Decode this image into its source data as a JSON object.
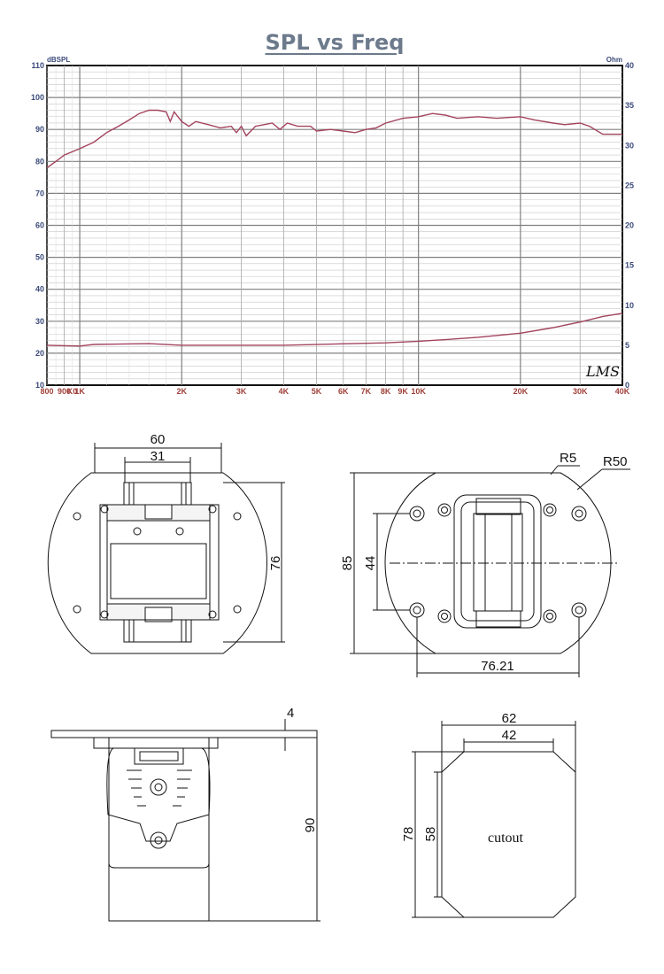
{
  "chart_data": {
    "type": "line",
    "title": "SPL vs Freq",
    "xscale": "log",
    "xlim": [
      800,
      40000
    ],
    "ylim": [
      10,
      110
    ],
    "ylim_right": [
      0,
      40
    ],
    "yunit_left": "dBSPL",
    "yunit_right": "Ohm",
    "grid": true,
    "left_ticks": [
      "110",
      "100",
      "90",
      "80",
      "70",
      "60",
      "50",
      "40",
      "30",
      "20",
      "10"
    ],
    "right_ticks": [
      "40",
      "35",
      "30",
      "25",
      "20",
      "15",
      "10",
      "5",
      "0"
    ],
    "x_ticks": [
      {
        "f": 800,
        "label": "800"
      },
      {
        "f": 900,
        "label": "900"
      },
      {
        "f": 950,
        "label": "K0"
      },
      {
        "f": 1000,
        "label": "1K"
      },
      {
        "f": 2000,
        "label": "2K"
      },
      {
        "f": 3000,
        "label": "3K"
      },
      {
        "f": 4000,
        "label": "4K"
      },
      {
        "f": 5000,
        "label": "5K"
      },
      {
        "f": 6000,
        "label": "6K"
      },
      {
        "f": 7000,
        "label": "7K"
      },
      {
        "f": 8000,
        "label": "8K"
      },
      {
        "f": 9000,
        "label": "9K"
      },
      {
        "f": 10000,
        "label": "10K"
      },
      {
        "f": 20000,
        "label": "20K"
      },
      {
        "f": 30000,
        "label": "30K"
      },
      {
        "f": 40000,
        "label": "40K"
      }
    ],
    "series": [
      {
        "axis": "left",
        "color": "#a3445e",
        "points": [
          [
            800,
            78
          ],
          [
            850,
            80
          ],
          [
            900,
            82
          ],
          [
            1000,
            84
          ],
          [
            1100,
            86
          ],
          [
            1200,
            89
          ],
          [
            1300,
            91
          ],
          [
            1400,
            93
          ],
          [
            1500,
            95
          ],
          [
            1600,
            96
          ],
          [
            1700,
            96
          ],
          [
            1800,
            95.5
          ],
          [
            1850,
            92.5
          ],
          [
            1900,
            95.5
          ],
          [
            2000,
            92.5
          ],
          [
            2100,
            91
          ],
          [
            2200,
            92.5
          ],
          [
            2400,
            91.5
          ],
          [
            2600,
            90.5
          ],
          [
            2800,
            91
          ],
          [
            2900,
            89
          ],
          [
            3000,
            91
          ],
          [
            3100,
            88
          ],
          [
            3300,
            91
          ],
          [
            3500,
            91.5
          ],
          [
            3700,
            92
          ],
          [
            3900,
            90
          ],
          [
            4100,
            92
          ],
          [
            4400,
            91
          ],
          [
            4800,
            91
          ],
          [
            5000,
            89.5
          ],
          [
            5500,
            90
          ],
          [
            6000,
            89.5
          ],
          [
            6500,
            89
          ],
          [
            7000,
            90
          ],
          [
            7500,
            90.5
          ],
          [
            8000,
            92
          ],
          [
            9000,
            93.5
          ],
          [
            10000,
            94
          ],
          [
            11000,
            95
          ],
          [
            12000,
            94.5
          ],
          [
            13000,
            93.5
          ],
          [
            15000,
            94
          ],
          [
            17000,
            93.5
          ],
          [
            20000,
            94
          ],
          [
            22000,
            93
          ],
          [
            25000,
            92
          ],
          [
            27000,
            91.5
          ],
          [
            30000,
            92
          ],
          [
            32000,
            91
          ],
          [
            35000,
            88.5
          ],
          [
            40000,
            88.5
          ]
        ]
      },
      {
        "axis": "right",
        "color": "#a3445e",
        "points": [
          [
            800,
            5
          ],
          [
            1000,
            4.9
          ],
          [
            1100,
            5.1
          ],
          [
            1600,
            5.2
          ],
          [
            2000,
            5.0
          ],
          [
            4000,
            5.0
          ],
          [
            8000,
            5.3
          ],
          [
            10000,
            5.5
          ],
          [
            12000,
            5.7
          ],
          [
            15000,
            6.0
          ],
          [
            20000,
            6.5
          ],
          [
            25000,
            7.2
          ],
          [
            30000,
            7.9
          ],
          [
            35000,
            8.6
          ],
          [
            40000,
            9.0
          ]
        ]
      }
    ]
  },
  "logo_text": "LMS",
  "drawings": {
    "front_view_dims": [
      "60",
      "31",
      "76"
    ],
    "rear_view_dims": [
      "R5",
      "R50",
      "85",
      "44",
      "76.21"
    ],
    "side_view_dims": [
      "4",
      "90"
    ],
    "cutout_dims": [
      "62",
      "42",
      "78",
      "58"
    ],
    "cutout_label": "cutout"
  }
}
